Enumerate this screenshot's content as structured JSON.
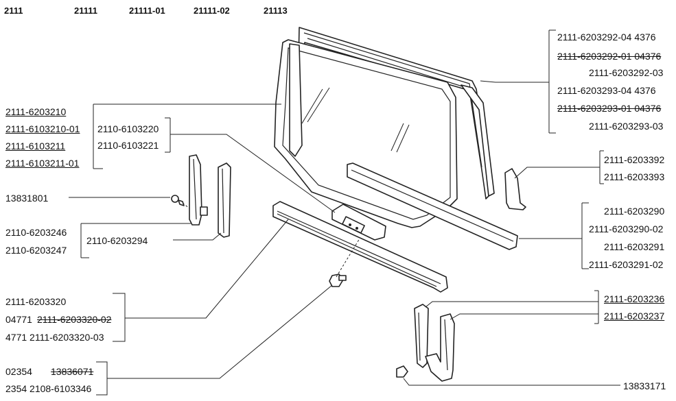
{
  "header": {
    "models": [
      "2111",
      "21111",
      "21111-01",
      "21111-02",
      "21113"
    ]
  },
  "labels": {
    "door_frame_seals": [
      "2111-6203292-04  4376",
      "2111-6203292-01 04376",
      "2111-6203292-03",
      "2111-6203293-04  4376",
      "2111-6203293-01 04376",
      "2111-6203293-03"
    ],
    "glass": [
      "2111-6203210",
      "2111-6103210-01",
      "2111-6103211",
      "2111-6103211-01"
    ],
    "glass_holder": [
      "2110-6103220",
      "2110-6103221"
    ],
    "clip": "13831801",
    "front_guide": [
      "2110-6203246",
      "2110-6203247"
    ],
    "rear_guide": "2110-6203294",
    "channel": [
      "2111-6203320",
      "04771",
      "2111-6203320-02",
      "4771 2111-6203320-03"
    ],
    "bolt": [
      "02354",
      "13836071",
      "2354 2108-6103346"
    ],
    "corner_piece": [
      "2111-6203392",
      "2111-6203393"
    ],
    "window_seal": [
      "2111-6203290",
      "2111-6203290-02",
      "2111-6203291",
      "2111-6203291-02"
    ],
    "rear_channel": [
      "2111-6203236",
      "2111-6203237"
    ],
    "rear_bolt": "13833171"
  }
}
